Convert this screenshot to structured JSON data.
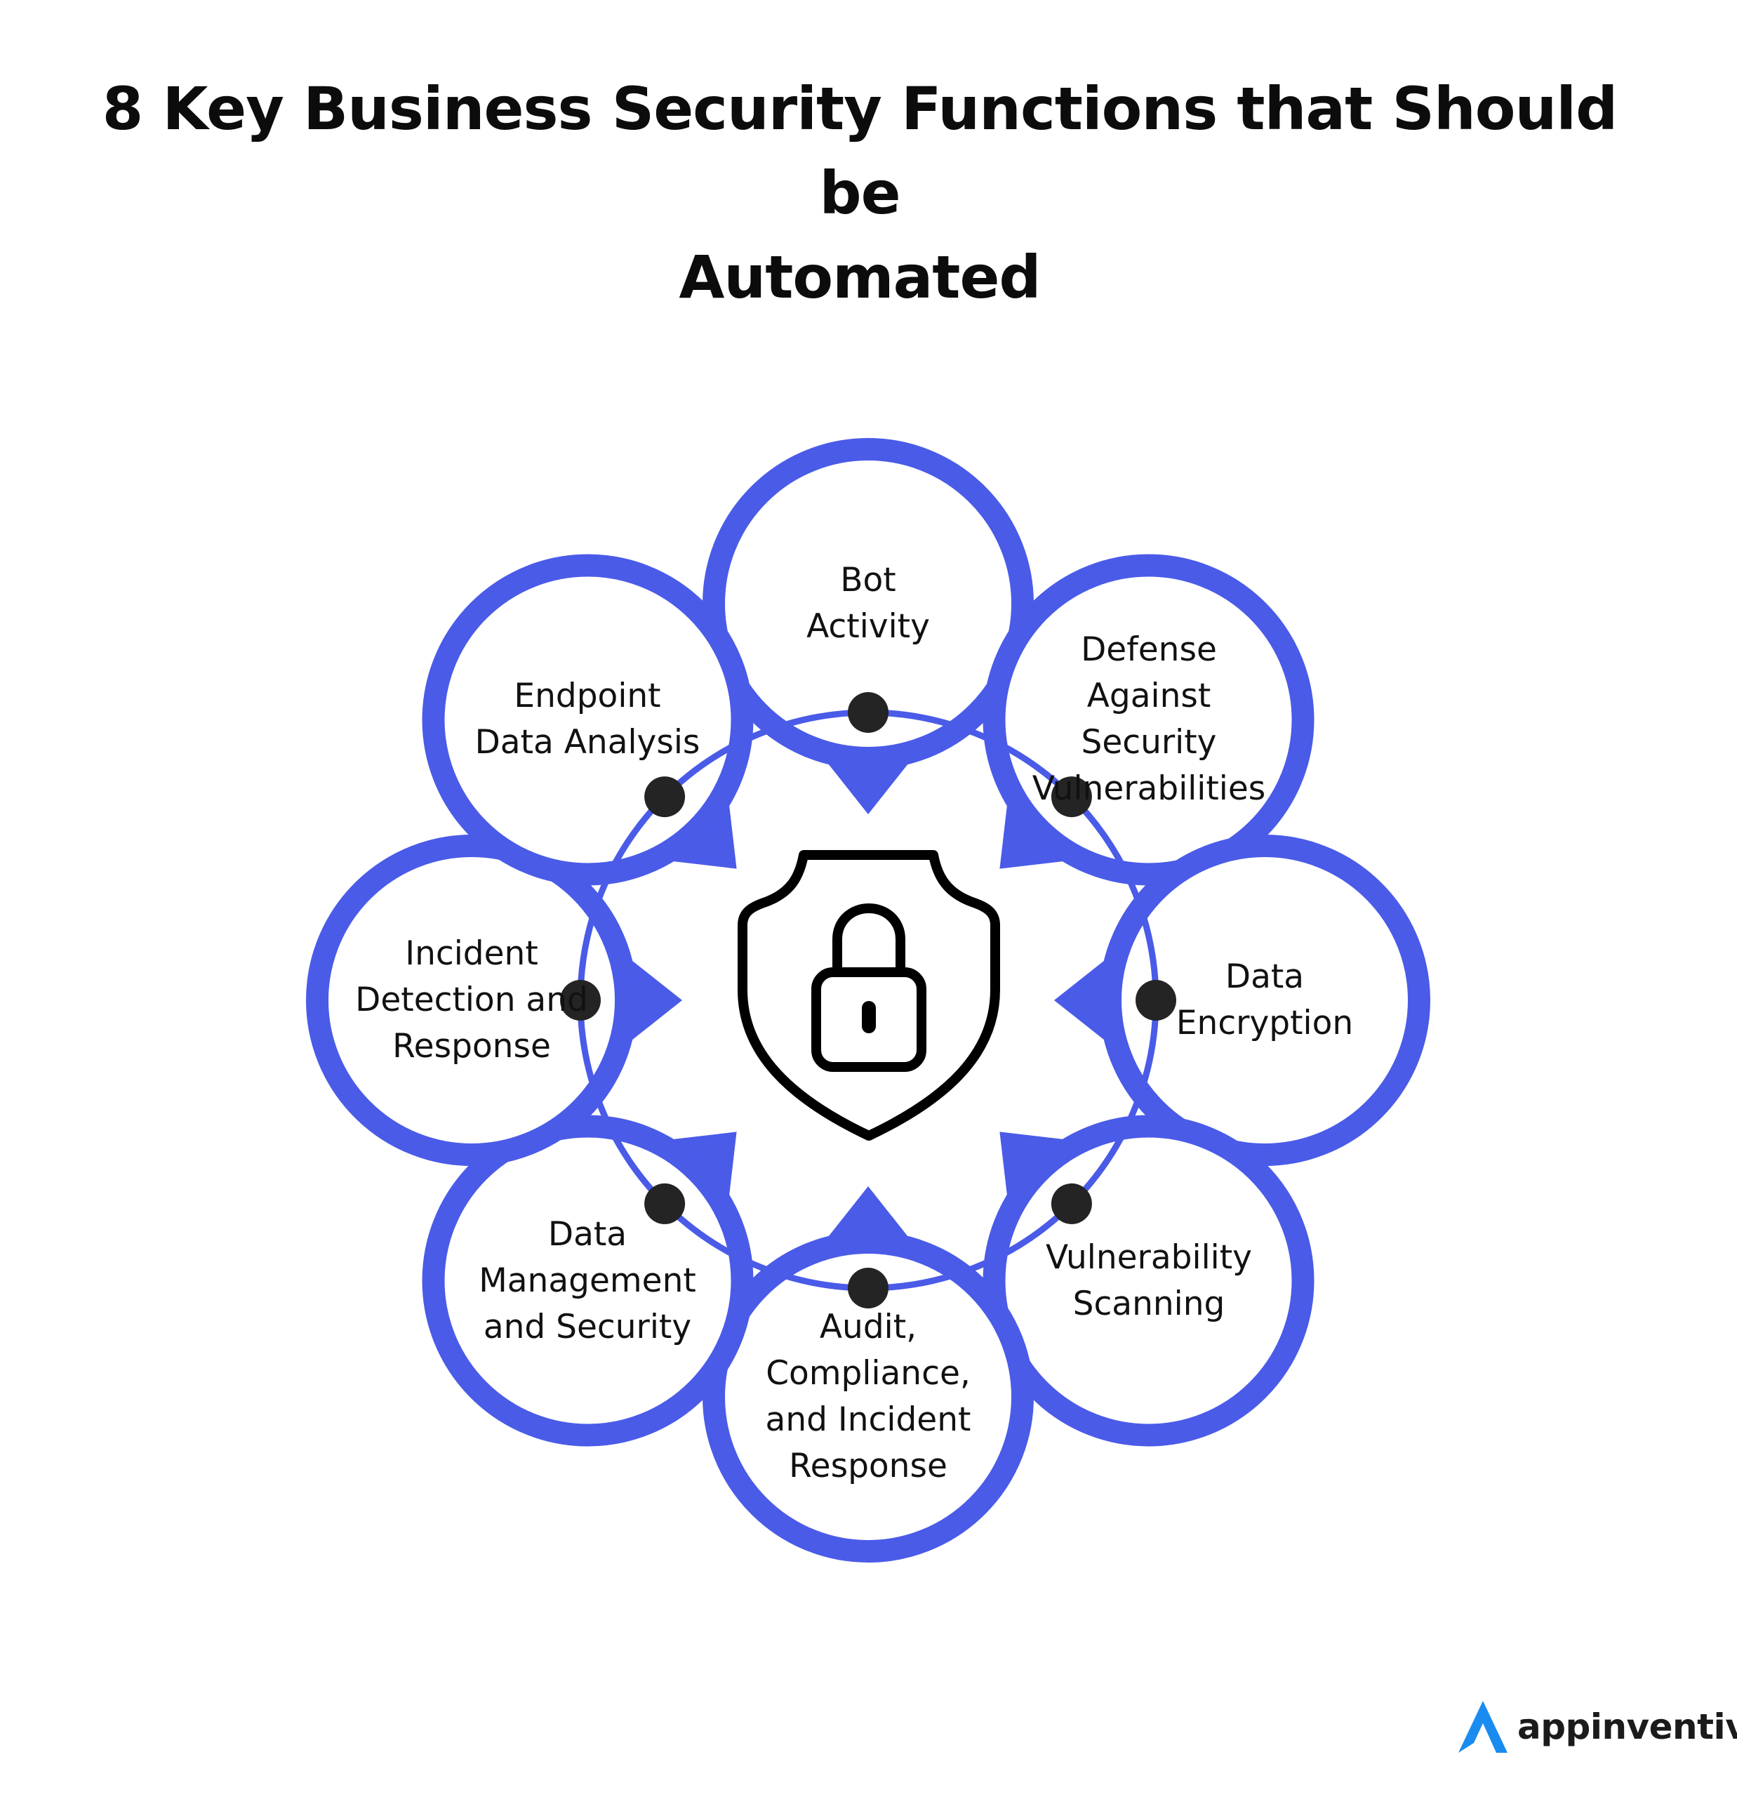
{
  "title": {
    "line1": "8 Key Business Security Functions that Should be",
    "line2": "Automated"
  },
  "colors": {
    "accent": "#4a5be8",
    "dot": "#242424",
    "ink": "#000000",
    "brand_mark": "#1a8cf0"
  },
  "center_icon": "shield-lock-icon",
  "functions": [
    {
      "id": "bot-activity",
      "lines": [
        "Bot",
        "Activity"
      ]
    },
    {
      "id": "defense-against-security-vulnerabilities",
      "lines": [
        "Defense",
        "Against",
        "Security",
        "Vulnerabilities"
      ]
    },
    {
      "id": "data-encryption",
      "lines": [
        "Data",
        "Encryption"
      ]
    },
    {
      "id": "vulnerability-scanning",
      "lines": [
        "Vulnerability",
        "Scanning"
      ]
    },
    {
      "id": "audit-compliance-incident-response",
      "lines": [
        "Audit,",
        "Compliance,",
        "and Incident",
        "Response"
      ]
    },
    {
      "id": "data-management-and-security",
      "lines": [
        "Data",
        "Management",
        "and Security"
      ]
    },
    {
      "id": "incident-detection-and-response",
      "lines": [
        "Incident",
        "Detection and",
        "Response"
      ]
    },
    {
      "id": "endpoint-data-analysis",
      "lines": [
        "Endpoint",
        "Data Analysis"
      ]
    }
  ],
  "brand": {
    "name": "appinventiv",
    "icon": "appinventiv-logo-icon"
  }
}
